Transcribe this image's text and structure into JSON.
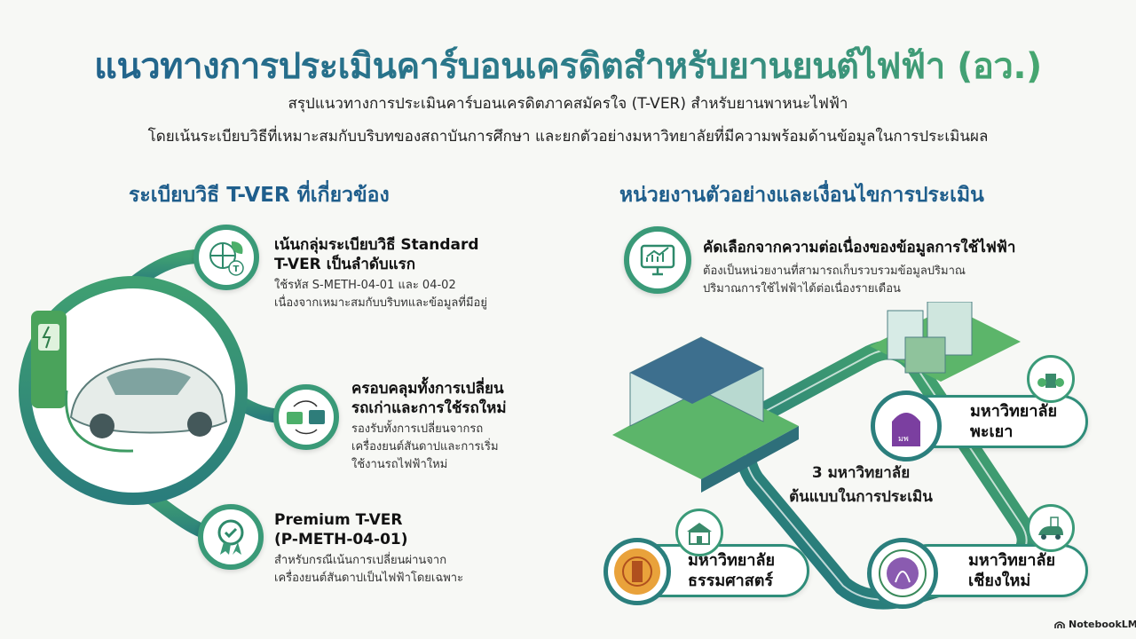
{
  "title": "แนวทางการประเมินคาร์บอนเครดิตสำหรับยานยนต์ไฟฟ้า (อว.)",
  "subtitle": [
    "สรุปแนวทางการประเมินคาร์บอนเครดิตภาคสมัครใจ (T-VER) สำหรับยานพาหนะไฟฟ้า",
    "โดยเน้นระเบียบวิธีที่เหมาะสมกับบริบทของสถาบันการศึกษา และยกตัวอย่างมหาวิทยาลัยที่มีความพร้อมด้านข้อมูลในการประเมินผล"
  ],
  "left": {
    "heading": "ระเบียบวิธี T-VER ที่เกี่ยวข้อง",
    "items": [
      {
        "title": [
          "เน้นกลุ่มระเบียบวิธี Standard",
          "T-VER เป็นลำดับแรก"
        ],
        "desc": [
          "ใช้รหัส S-METH-04-01 และ 04-02",
          "เนื่องจากเหมาะสมกับบริบทและข้อมูลที่มีอยู่"
        ],
        "icon": "globe-leaf-icon",
        "badge": "T"
      },
      {
        "title": [
          "ครอบคลุมทั้งการเปลี่ยน",
          "รถเก่าและการใช้รถใหม่"
        ],
        "desc": [
          "รองรับทั้งการเปลี่ยนจากรถ",
          "เครื่องยนต์สันดาปและการเริ่ม",
          "ใช้งานรถไฟฟ้าใหม่"
        ],
        "icon": "engine-swap-icon"
      },
      {
        "title": [
          "Premium T-VER",
          "(P-METH-04-01)"
        ],
        "desc": [
          "สำหรับกรณีเน้นการเปลี่ยนผ่านจาก",
          "เครื่องยนต์สันดาปเป็นไฟฟ้าโดยเฉพาะ"
        ],
        "icon": "award-ribbon-icon"
      }
    ]
  },
  "right": {
    "heading": "หน่วยงานตัวอย่างและเงื่อนไขการประเมิน",
    "criteria": {
      "title": "คัดเลือกจากความต่อเนื่องของข้อมูลการใช้ไฟฟ้า",
      "desc": [
        "ต้องเป็นหน่วยงานที่สามารถเก็บรวบรวมข้อมูลปริมาณ",
        "ปริมาณการใช้ไฟฟ้าได้ต่อเนื่องรายเดือน"
      ]
    },
    "center": [
      "3 มหาวิทยาลัย",
      "ต้นแบบในการประเมิน"
    ],
    "universities": [
      {
        "name": [
          "มหาวิทยาลัย",
          "พะเยา"
        ],
        "color": "#7b3fa0"
      },
      {
        "name": [
          "มหาวิทยาลัย",
          "ธรรมศาสตร์"
        ],
        "color": "#e9a23b"
      },
      {
        "name": [
          "มหาวิทยาลัย",
          "เชียงใหม่"
        ],
        "color": "#8a5bb0"
      }
    ]
  },
  "brand": "NotebookLM",
  "colors": {
    "primary": "#1f5e8c",
    "green": "#3a9a78",
    "light": "#4caf6a"
  }
}
